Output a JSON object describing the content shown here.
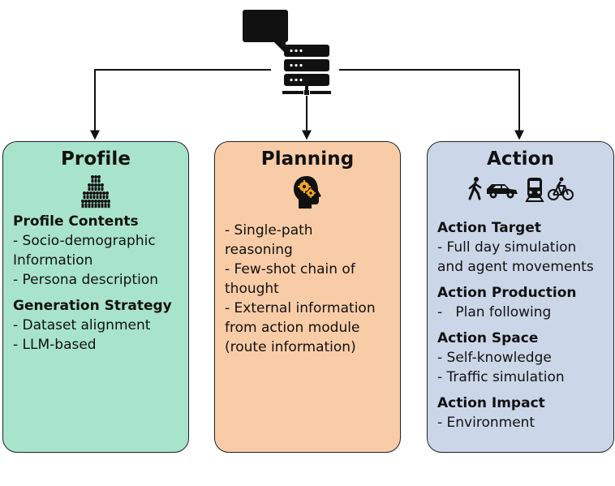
{
  "icons": {
    "top": "server-chat-icon",
    "profile": "people-group-icon",
    "planning": "brain-gears-head-icon",
    "action": [
      "walking-person-icon",
      "car-icon",
      "train-icon",
      "bicycle-icon"
    ]
  },
  "colors": {
    "profile_fill": "#a8e4cb",
    "planning_fill": "#f9cca8",
    "action_fill": "#cbd7e9",
    "stroke": "#222222"
  },
  "profile": {
    "title": "Profile",
    "sections": [
      {
        "heading": "Profile Contents",
        "items": [
          "- Socio-demographic",
          "Information",
          "- Persona description"
        ]
      },
      {
        "heading": "Generation Strategy",
        "items": [
          "- Dataset alignment",
          "- LLM-based"
        ]
      }
    ]
  },
  "planning": {
    "title": "Planning",
    "items": [
      "- Single-path",
      "reasoning",
      "- Few-shot chain of",
      "thought",
      "- External information",
      "from action module",
      "(route information)"
    ]
  },
  "action": {
    "title": "Action",
    "sections": [
      {
        "heading": "Action Target",
        "items": [
          "- Full day simulation",
          "and agent movements"
        ]
      },
      {
        "heading": "Action Production",
        "items": [
          "-   Plan following"
        ]
      },
      {
        "heading": "Action Space",
        "items": [
          "- Self-knowledge",
          "- Traffic simulation"
        ]
      },
      {
        "heading": "Action Impact",
        "items": [
          "- Environment"
        ]
      }
    ]
  }
}
